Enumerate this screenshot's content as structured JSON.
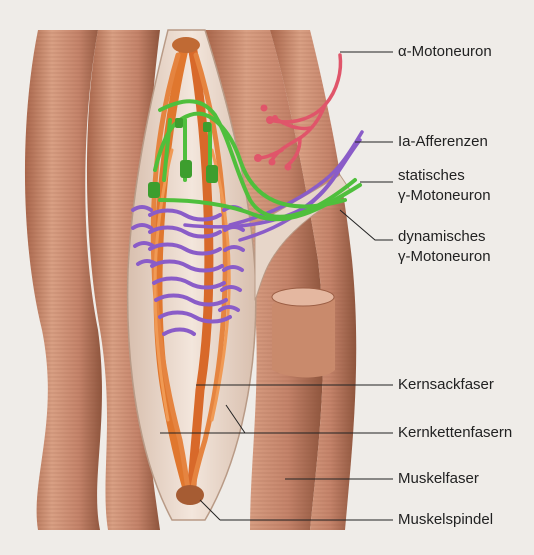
{
  "labels": {
    "alpha_motoneuron": "α-Motoneuron",
    "ia_afferents": "Ia-Afferenzen",
    "static_gamma_line1": "statisches",
    "static_gamma_line2": "γ-Motoneuron",
    "dynamic_gamma_line1": "dynamisches",
    "dynamic_gamma_line2": "γ-Motoneuron",
    "nuclear_bag_fiber": "Kernsackfaser",
    "nuclear_chain_fibers": "Kernkettenfasern",
    "muscle_fiber": "Muskelfaser",
    "muscle_spindle": "Muskelspindel"
  },
  "colors": {
    "background": "#efece8",
    "muscle_fiber": "#c98a6c",
    "muscle_fiber_shadow": "#9c5f45",
    "spindle_capsule": "#e7d6c9",
    "intrafusal_fiber": "#e0772e",
    "alpha_motoneuron": "#e0556a",
    "ia_afferent": "#8a5cc8",
    "gamma_motoneuron": "#4fbf3c",
    "leader_line": "#222222"
  }
}
